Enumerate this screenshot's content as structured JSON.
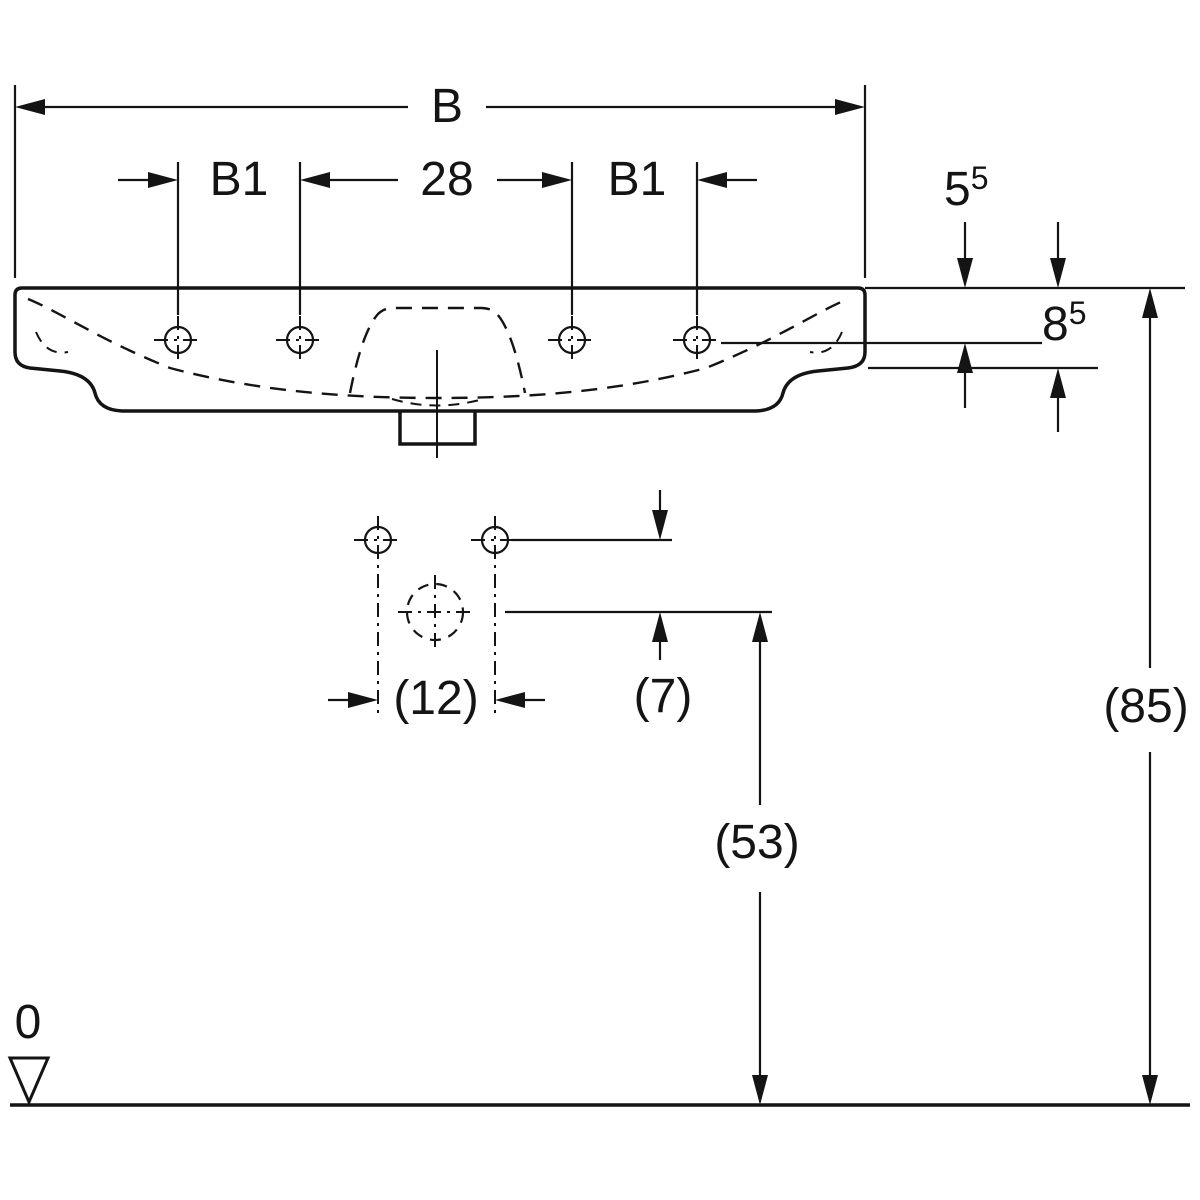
{
  "drawing": {
    "ink_color": "#141414",
    "background_color": "#ffffff"
  },
  "dims": {
    "total_width": "B",
    "left_taphole_offset": "B1",
    "taphole_spacing_center": "28",
    "right_taphole_offset": "B1",
    "rim_to_taphole": {
      "base": "5",
      "sup": "5"
    },
    "rim_to_front_edge": {
      "base": "8",
      "sup": "5"
    },
    "fixing_hole_spacing": "(12)",
    "fixing_to_drain": "(7)",
    "drain_height": "(53)",
    "rim_height": "(85)",
    "datum_level": "0"
  }
}
